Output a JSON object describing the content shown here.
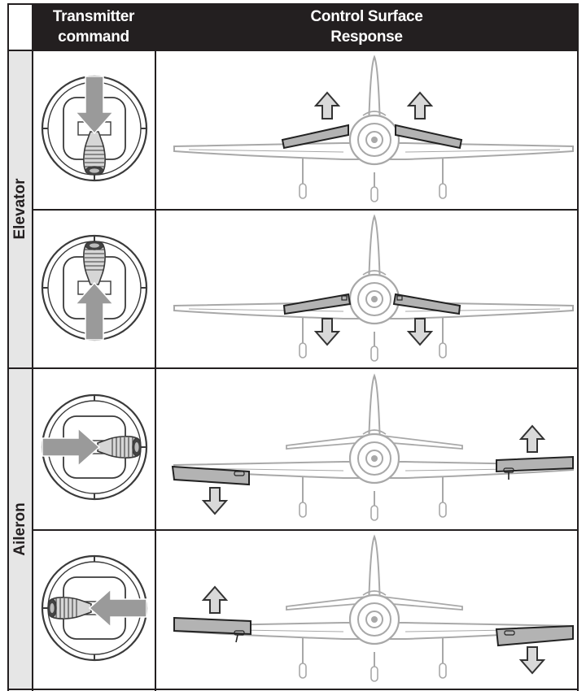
{
  "header": {
    "col_command": "Transmitter\ncommand",
    "col_response": "Control Surface\nResponse"
  },
  "groups": [
    {
      "label": "Elevator"
    },
    {
      "label": "Aileron"
    }
  ],
  "rows": [
    {
      "name": "elevator-up",
      "stick": "down",
      "left_surface": "up",
      "right_surface": "up"
    },
    {
      "name": "elevator-down",
      "stick": "up",
      "left_surface": "down",
      "right_surface": "down"
    },
    {
      "name": "aileron-right",
      "stick": "right",
      "left_surface": "down",
      "right_surface": "up"
    },
    {
      "name": "aileron-left",
      "stick": "left",
      "left_surface": "up",
      "right_surface": "down"
    }
  ],
  "colors": {
    "header_bg": "#231f20",
    "side_bg": "#e6e6e6",
    "line": "#231f20",
    "arrow_fill": "#9a9a9a",
    "plane_line": "#a8a8a8",
    "surface_fill": "#b3b3b3"
  }
}
